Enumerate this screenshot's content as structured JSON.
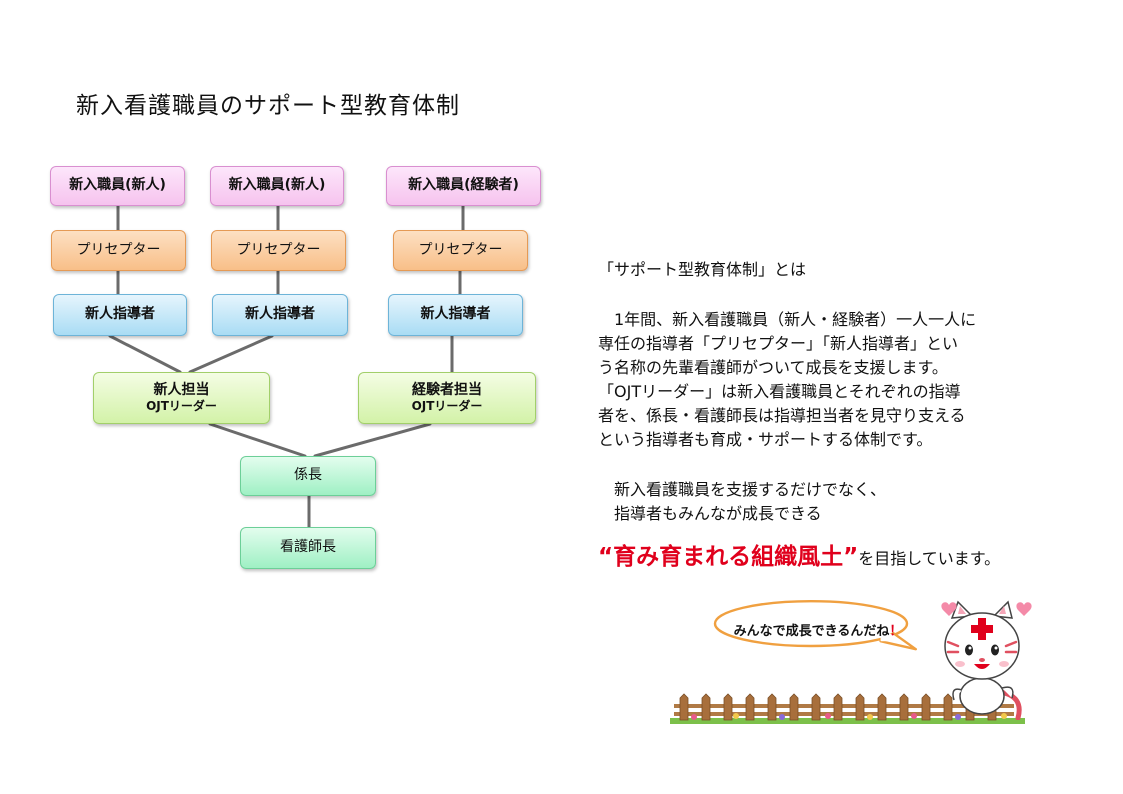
{
  "title": "新入看護職員のサポート型教育体制",
  "diagram": {
    "newcomers": [
      "新入職員(新人)",
      "新入職員(新人)",
      "新入職員(経験者)"
    ],
    "preceptors": [
      "プリセプター",
      "プリセプター",
      "プリセプター"
    ],
    "instructors": [
      "新人指導者",
      "新人指導者",
      "新人指導者"
    ],
    "ojt_leaders": [
      {
        "name": "新人担当",
        "role": "OJTリーダー"
      },
      {
        "name": "経験者担当",
        "role": "OJTリーダー"
      }
    ],
    "chief": "係長",
    "head_nurse": "看護師長"
  },
  "description": {
    "heading": "「サポート型教育体制」とは",
    "body": [
      "　1年間、新入看護職員（新人・経験者）一人一人に",
      "専任の指導者「プリセプター」「新人指導者」とい",
      "う名称の先輩看護師がついて成長を支援します。",
      "「OJTリーダー」は新入看護職員とそれぞれの指導",
      "者を、係長・看護師長は指導担当者を見守り支える",
      "という指導者も育成・サポートする体制です。"
    ],
    "closing": [
      "　新入看護職員を支援するだけでなく、",
      "　指導者もみんなが成長できる"
    ],
    "motto": "“育み育まれる組織風土”",
    "motto_suffix": "を目指しています。"
  },
  "speech_bubble": {
    "text": "みんなで成長できるんだね",
    "exclamation": "！"
  },
  "colors": {
    "pink": "#f6c3ee",
    "orange": "#f8bf88",
    "blue": "#a9dcf4",
    "green": "#d3f2a8",
    "mint": "#9ff0c4",
    "accent_red": "#e0001c",
    "connector": "#6b6b6b"
  },
  "icons": [
    "mascot-cat-icon",
    "fence-icon",
    "speech-bubble-icon"
  ]
}
